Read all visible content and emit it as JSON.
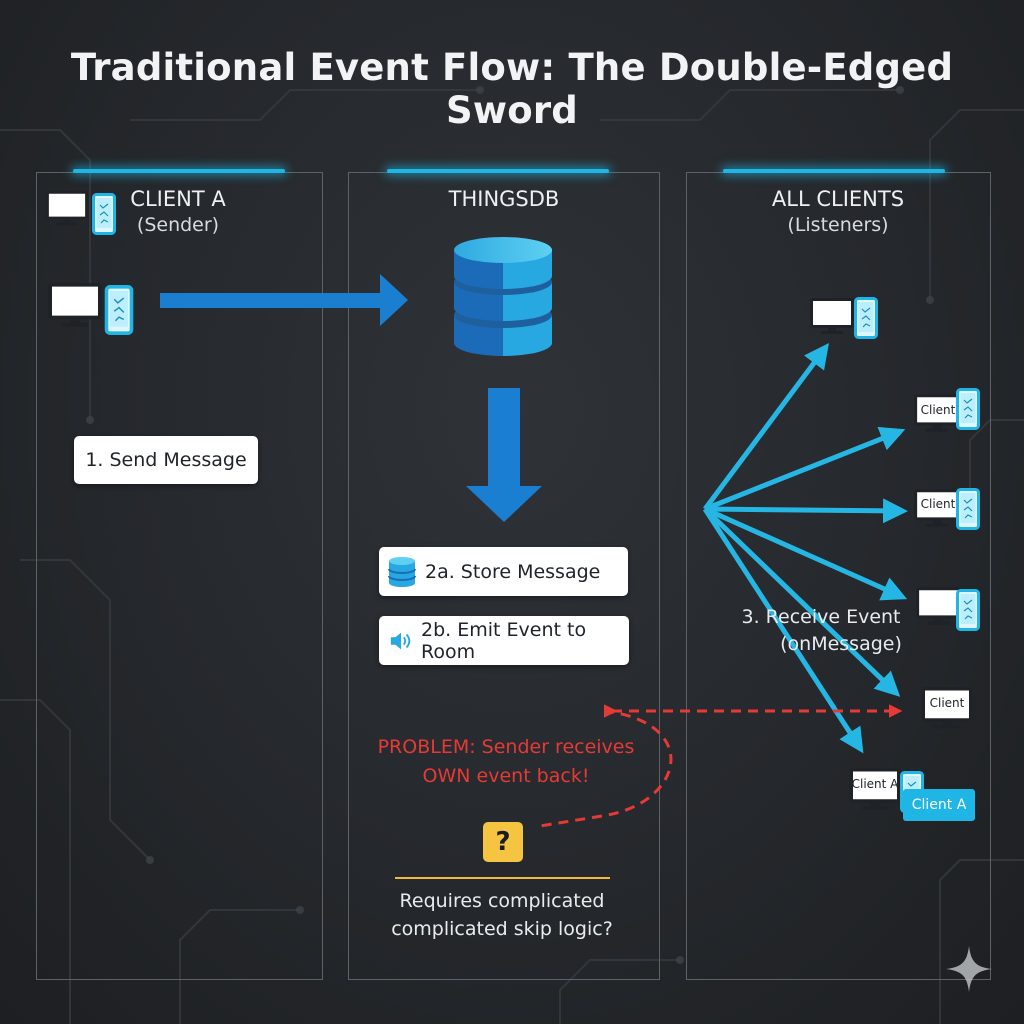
{
  "title": "Traditional Event Flow: The Double-Edged Sword",
  "columns": {
    "sender": {
      "name": "CLIENT A",
      "sub": "(Sender)"
    },
    "server": {
      "name": "THINGSDB"
    },
    "listeners": {
      "name": "ALL CLIENTS",
      "sub": "(Listeners)"
    }
  },
  "steps": {
    "send": "1. Send Message",
    "store": "2a. Store Message",
    "emit": "2b. Emit Event to Room",
    "receive_line1": "3. Receive Event",
    "receive_line2": "(onMessage)"
  },
  "clients": {
    "client_1": "Client",
    "client_2": "Client",
    "client_3": "Client",
    "client_a_device": "Client A",
    "client_a_badge": "Client A"
  },
  "problem": {
    "line1": "PROBLEM: Sender receives",
    "line2": "OWN event back!"
  },
  "question": {
    "mark": "?",
    "line1": "Requires complicated",
    "line2": "complicated skip logic?"
  },
  "colors": {
    "accent": "#1fb6e6",
    "arrow_blue": "#1a7fd1",
    "problem_red": "#e53a35",
    "question_yellow": "#f5c542"
  }
}
